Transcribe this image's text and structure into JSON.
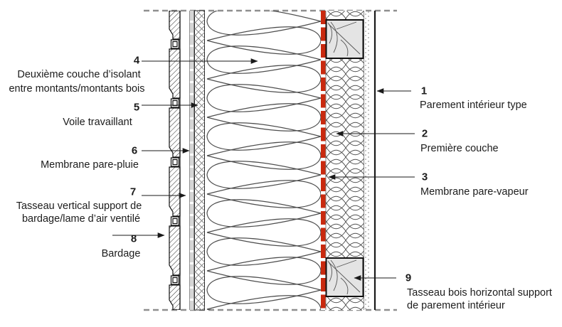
{
  "diagram": {
    "colors": {
      "vapor_barrier": "#c9290e",
      "rain_membrane": "#d6d6d6",
      "wood_block_fill": "#e4e4e4",
      "boundary_dash": "#8f8f8f",
      "line": "#1a1a1a"
    },
    "callouts_left": [
      {
        "num": "4",
        "line1": "Deuxième couche d’isolant",
        "line2": "entre montants/montants bois"
      },
      {
        "num": "5",
        "line1": "Voile travaillant",
        "line2": ""
      },
      {
        "num": "6",
        "line1": "Membrane pare-pluie",
        "line2": ""
      },
      {
        "num": "7",
        "line1": "Tasseau vertical support de",
        "line2": "bardage/lame d’air ventilé"
      },
      {
        "num": "8",
        "line1": "Bardage",
        "line2": ""
      }
    ],
    "callouts_right": [
      {
        "num": "1",
        "line1": "Parement intérieur type",
        "line2": ""
      },
      {
        "num": "2",
        "line1": "Première couche",
        "line2": ""
      },
      {
        "num": "3",
        "line1": "Membrane pare-vapeur",
        "line2": ""
      },
      {
        "num": "9",
        "line1": "Tasseau bois horizontal support",
        "line2": "de parement intérieur"
      }
    ]
  }
}
